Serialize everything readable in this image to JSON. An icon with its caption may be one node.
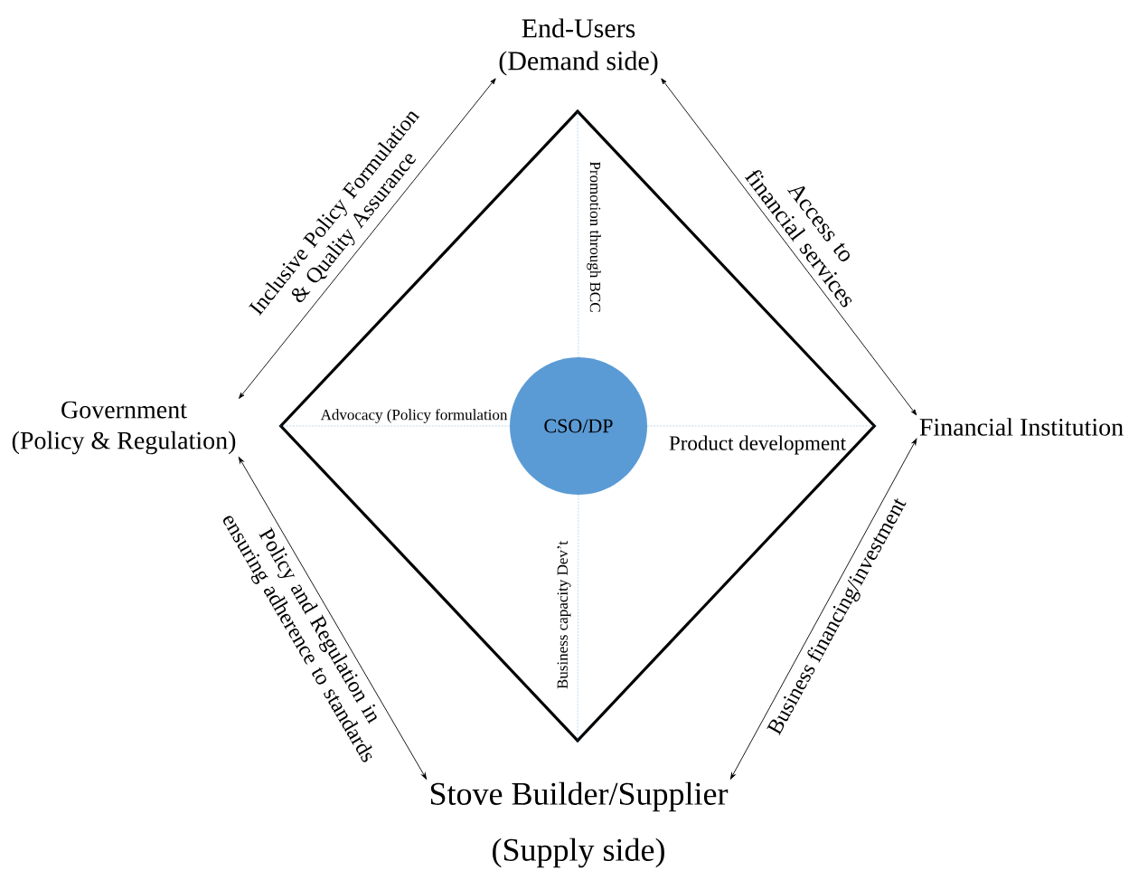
{
  "diagram": {
    "nodes": [
      {
        "text": [
          "End-Users",
          "(Demand side)"
        ]
      },
      {
        "text": [
          "Government",
          "(Policy & Regulation)"
        ]
      },
      {
        "text": [
          "Financial Institution"
        ]
      },
      {
        "text": [
          "Stove Builder/Supplier",
          "(Supply side)"
        ]
      },
      {
        "text": [],
        "shape": "diamond"
      },
      {
        "text": [
          "CSO/DP"
        ],
        "in": 4
      }
    ],
    "edges": [
      {
        "from": 1,
        "to": 0,
        "arrow": "both",
        "label": "Inclusive Policy Formulation & Quality Assurance"
      },
      {
        "from": 0,
        "to": 2,
        "arrow": "both",
        "label": "Access to financial services"
      },
      {
        "from": 1,
        "to": 3,
        "arrow": "both",
        "label": "Policy and Regulation in ensuring adherence to standards"
      },
      {
        "from": 3,
        "to": 2,
        "arrow": "both",
        "label": "Business financing/investment"
      },
      {
        "from": 5,
        "to": 4,
        "arrow": "none",
        "style": "dashed",
        "color": "#5b9bd5",
        "label": "Promotion through BCC"
      },
      {
        "from": 5,
        "to": 4,
        "arrow": "none",
        "style": "dashed",
        "color": "#5b9bd5",
        "label": "Advocacy (Policy formulation"
      },
      {
        "from": 5,
        "to": 4,
        "arrow": "none",
        "style": "dashed",
        "color": "#5b9bd5",
        "label": "Product development"
      },
      {
        "from": 5,
        "to": 4,
        "arrow": "none",
        "style": "dashed",
        "color": "#5b9bd5",
        "label": "Business capacity Dev’t"
      }
    ]
  }
}
